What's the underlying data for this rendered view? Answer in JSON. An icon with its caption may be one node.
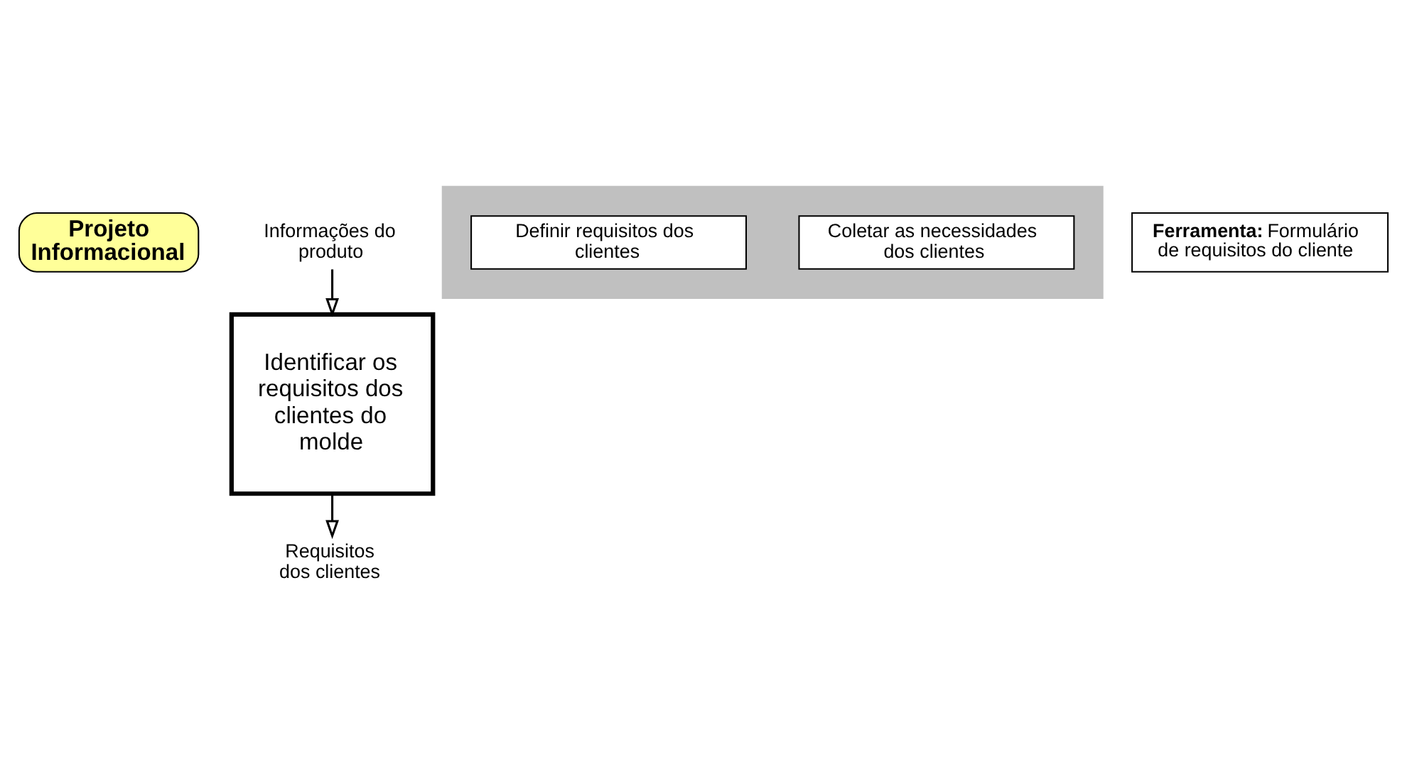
{
  "diagram": {
    "nodes": [
      {
        "text": [
          "Projeto Informacional"
        ]
      },
      {
        "text": [
          "Informações do produto"
        ]
      },
      {
        "text": [
          "Identificar os requisitos dos clientes do molde"
        ]
      },
      {
        "text": [],
        "shape": "band"
      },
      {
        "text": [
          "Coletar as necessidades dos clientes"
        ],
        "in": 3
      },
      {
        "text": [
          "Definir requisitos dos clientes"
        ],
        "in": 3
      },
      {
        "text": [
          "Requisitos dos clientes"
        ]
      },
      {
        "text": [
          "**Ferramenta:** Formulário de requisitos do cliente"
        ]
      }
    ],
    "edges": [
      {
        "from": 1,
        "to": 2,
        "arrow": "to"
      },
      {
        "from": 2,
        "to": 6,
        "arrow": "to"
      }
    ]
  }
}
